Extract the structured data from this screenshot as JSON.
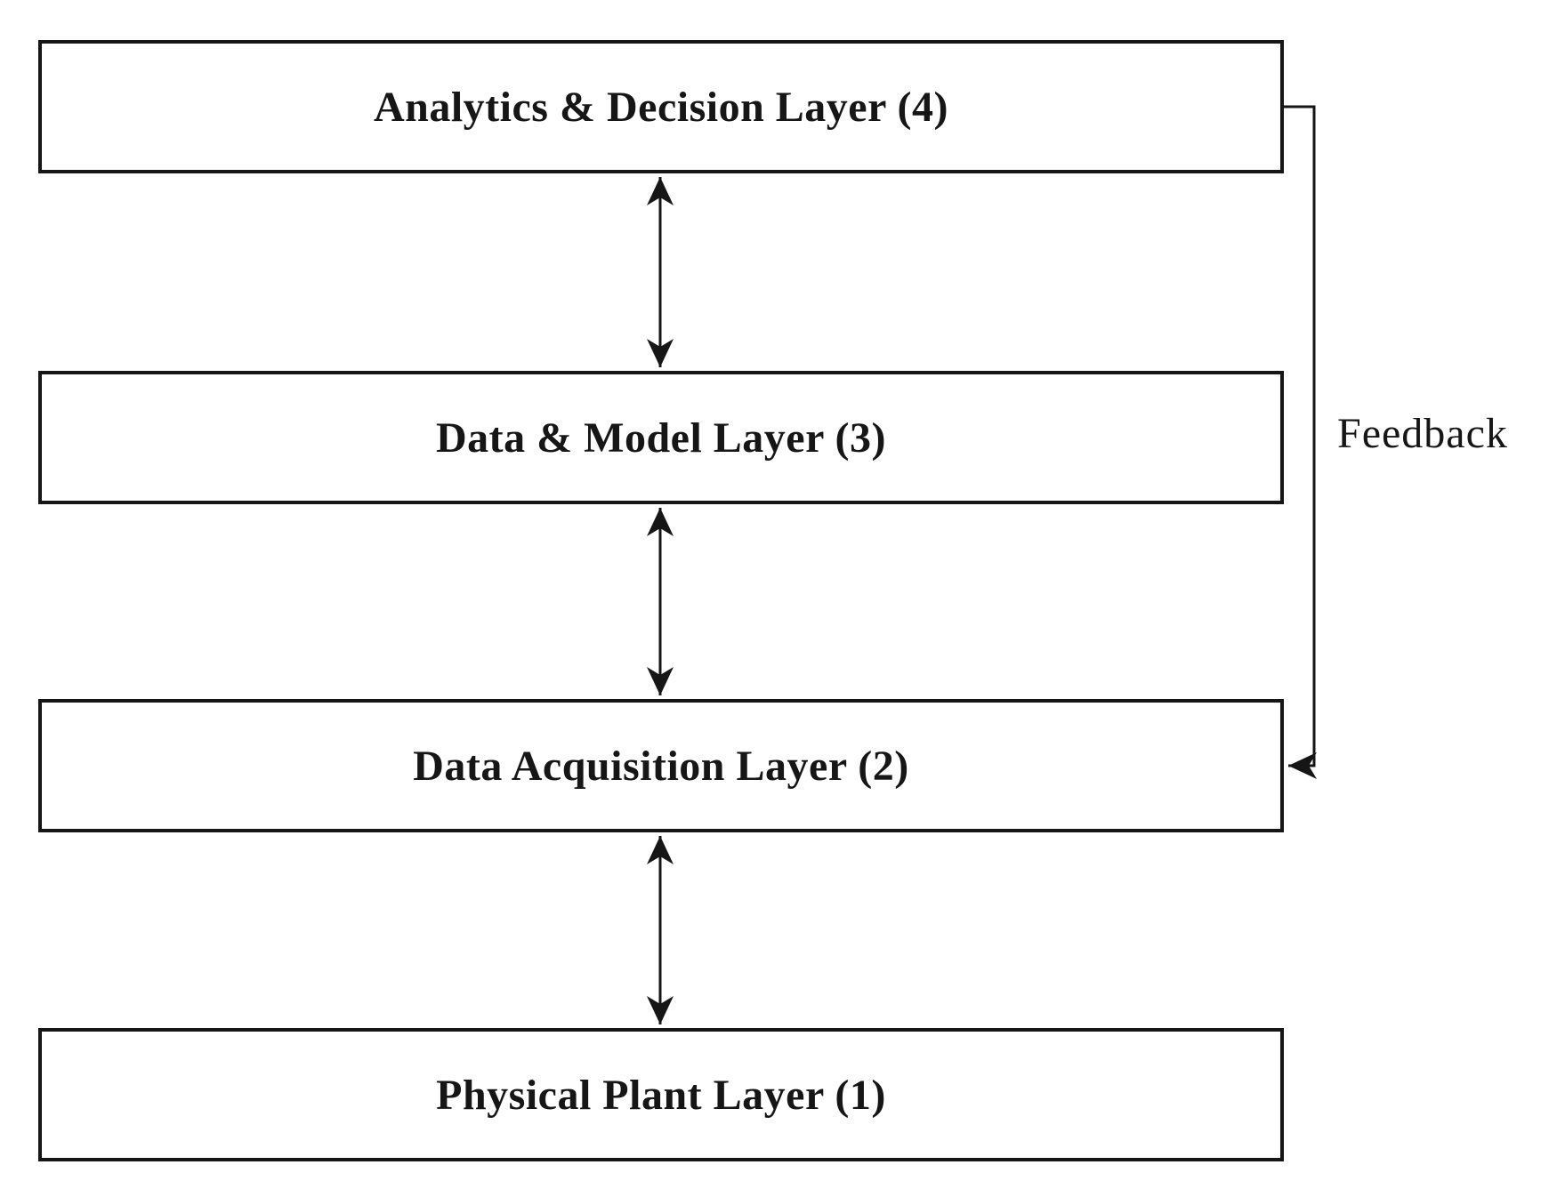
{
  "diagram": {
    "layers": [
      {
        "label": "Analytics & Decision Layer (4)"
      },
      {
        "label": "Data & Model Layer (3)"
      },
      {
        "label": "Data Acquisition Layer (2)"
      },
      {
        "label": "Physical Plant Layer (1)"
      }
    ],
    "connections": {
      "adjacent_layers": "bidirectional-vertical-arrows",
      "feedback": {
        "label": "Feedback",
        "from": "Analytics & Decision Layer (4)",
        "to": "Data Acquisition Layer (2)"
      }
    },
    "colors": {
      "ink": "#161616",
      "background": "#ffffff"
    }
  }
}
